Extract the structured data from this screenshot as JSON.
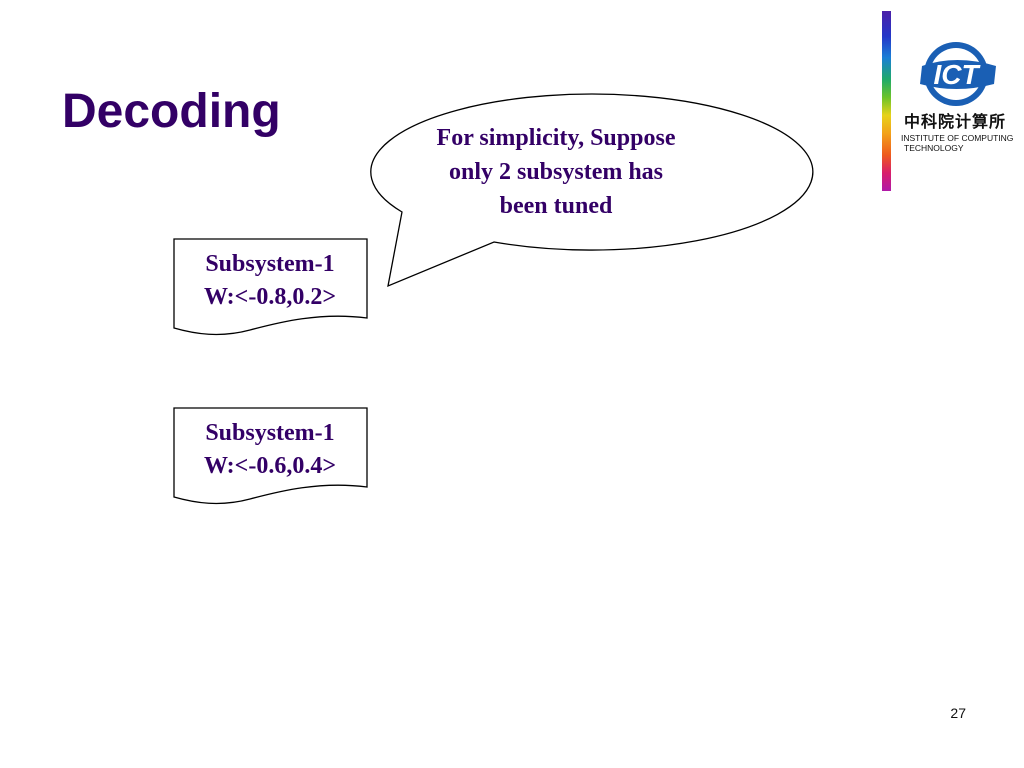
{
  "slide": {
    "title": "Decoding",
    "page_number": "27"
  },
  "logo": {
    "mark_text": "ICT",
    "chinese_name": "中科院计算所",
    "english_line1": "INSTITUTE OF COMPUTING",
    "english_line2": "TECHNOLOGY"
  },
  "callout": {
    "lines": [
      "For simplicity, Suppose",
      "only 2 subsystem has",
      "been tuned"
    ]
  },
  "documents": [
    {
      "name": "Subsystem-1",
      "weights": "W:<-0.8,0.2>"
    },
    {
      "name": "Subsystem-1",
      "weights": "W:<-0.6,0.4>"
    }
  ],
  "colors": {
    "title": "#330066",
    "logo_blue": "#1a5fb4"
  }
}
